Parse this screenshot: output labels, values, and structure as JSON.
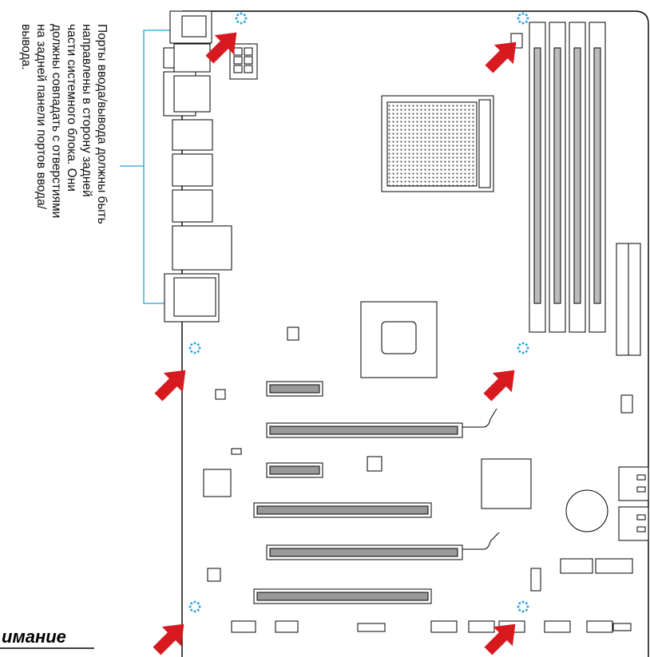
{
  "note": {
    "lines": [
      "Порты ввода/вывода должны быть",
      "направлены в сторону задней",
      "части системного блока. Они",
      "должны совпадать с отверстиями",
      "на задней панели портов ввода/",
      "вывода."
    ]
  },
  "caption": "имание",
  "icons": {
    "mount_hole": "mounting-hole-icon",
    "arrow": "red-arrow-icon"
  },
  "colors": {
    "arrow": "#d71920",
    "mount_hole": "#2aa8e0",
    "leader_line": "#2a9fd6",
    "outline": "#000000"
  }
}
